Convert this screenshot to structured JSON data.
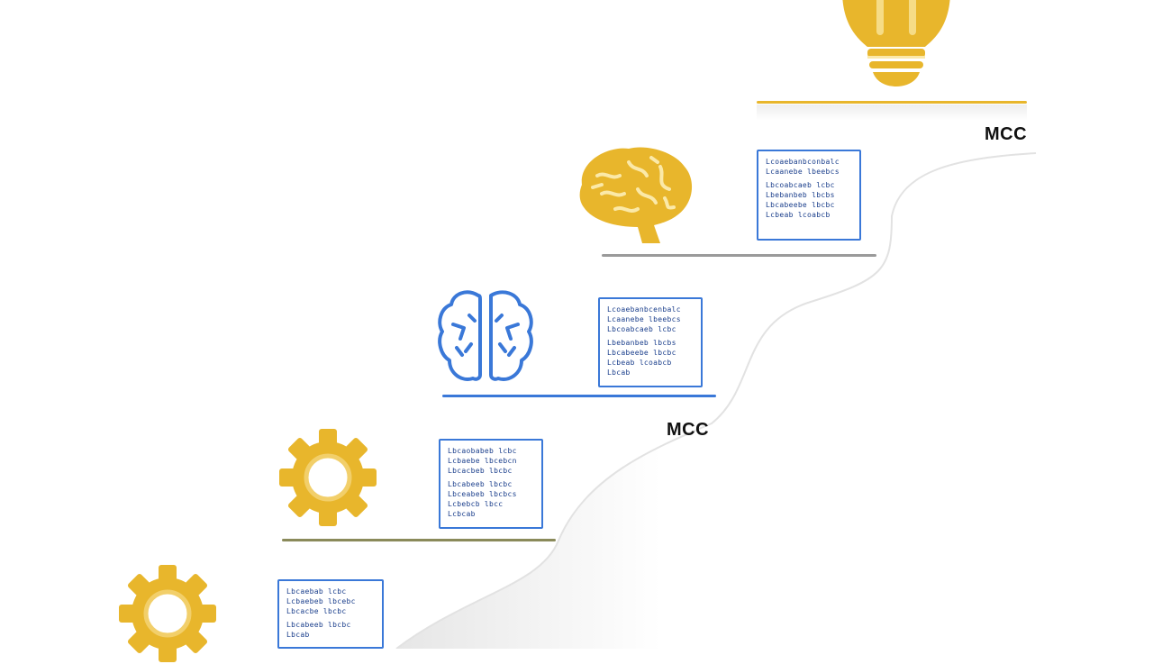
{
  "labels": {
    "top": "MCC",
    "middle": "MCC"
  },
  "steps": [
    {
      "icon": "lightbulb-icon",
      "color": "#e8b62c",
      "lines": []
    },
    {
      "icon": "brain-icon",
      "color": "#e8b62c",
      "lines": [
        "Lcoaebanbconbalc",
        "Lcaanebe lbeebcs",
        "Lbcoabcaeb lcbc",
        "Lbebanbeb lbcbs",
        "Lbcabeebe lbcbc",
        "Lcbeab lcoabcb"
      ]
    },
    {
      "icon": "brain-split-icon",
      "color": "#3a78d8",
      "lines": [
        "Lcoaebanbcenbalc",
        "Lcaanebe lbeebcs",
        "Lbcoabcaeb lcbc",
        "Lbebanbeb lbcbs",
        "Lbcabeebe lbcbc",
        "Lcbeab lcoabcb",
        "Lbcab"
      ]
    },
    {
      "icon": "gear-icon",
      "color": "#e8b62c",
      "lines": [
        "Lbcaobabeb lcbc",
        "Lcbaebe lbcebcn",
        "Lbcacbeb lbcbc",
        "Lbcabeeb lbcbc",
        "Lbceabeb lbcbcs",
        "Lcbebcb lbcc",
        "Lcbcab"
      ]
    },
    {
      "icon": "gear-icon",
      "color": "#e8b62c",
      "lines": [
        "Lbcaebab lcbc",
        "Lcbaebeb lbcebc",
        "Lbcacbe lbcbc",
        "Lbcabeeb lbcbc",
        "Lbcab"
      ]
    }
  ],
  "colors": {
    "gold": "#e8b62c",
    "blue": "#3a78d8",
    "navy": "#1b3f8c",
    "olive": "#8a8a5a",
    "gray": "#9a9a9a"
  }
}
